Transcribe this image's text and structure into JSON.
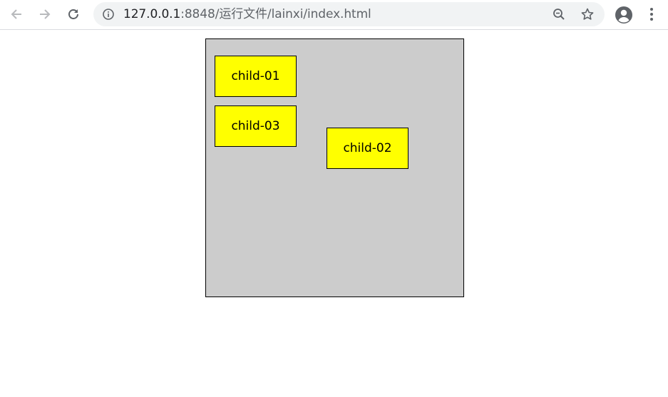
{
  "browser": {
    "url_host": "127.0.0.1",
    "url_path": ":8848/运行文件/lainxi/index.html",
    "icons": {
      "back": "back-arrow-icon",
      "forward": "forward-arrow-icon",
      "reload": "reload-icon",
      "info": "info-icon",
      "zoom": "zoom-out-icon",
      "bookmark": "star-icon",
      "account": "account-icon",
      "menu": "kebab-menu-icon"
    }
  },
  "page": {
    "parent_color": "#cccccc",
    "child_color": "#ffff00",
    "children": [
      {
        "label": "child-01"
      },
      {
        "label": "child-02"
      },
      {
        "label": "child-03"
      }
    ]
  }
}
